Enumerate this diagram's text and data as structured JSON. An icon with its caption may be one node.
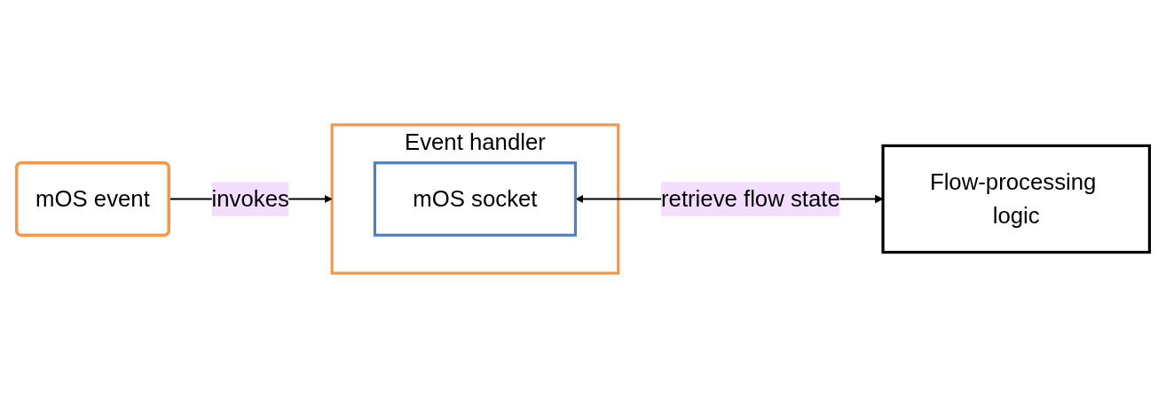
{
  "diagram": {
    "nodes": [
      {
        "text": [
          "mOS event"
        ]
      },
      {
        "text": [
          "Event handler"
        ]
      },
      {
        "text": [
          "mOS socket"
        ],
        "in": 1
      },
      {
        "text": [
          "Flow-processing logic"
        ]
      }
    ],
    "edges": [
      {
        "from": 0,
        "to": 1,
        "arrow": "to",
        "label": "invokes"
      },
      {
        "from": 2,
        "to": 3,
        "arrow": "both",
        "label": "retrieve flow state"
      }
    ]
  }
}
